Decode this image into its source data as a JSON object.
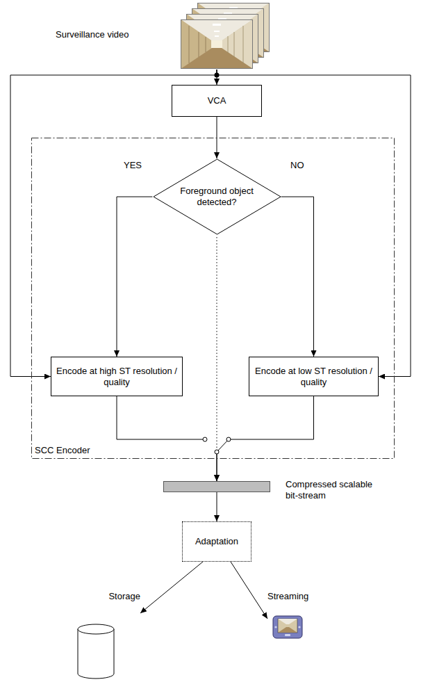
{
  "diagram": {
    "nodes": [
      {
        "text": [
          "Surveillance video"
        ]
      },
      {
        "text": [
          "VCA"
        ]
      },
      {
        "text": [
          "SCC Encoder"
        ]
      },
      {
        "text": [
          "Foreground object detected?"
        ],
        "in": 2
      },
      {
        "text": [
          "Encode at high ST resolution / quality"
        ],
        "in": 2
      },
      {
        "text": [
          "Encode at low ST resolution / quality"
        ],
        "in": 2
      },
      {
        "text": [
          "Compressed scalable bit-stream"
        ]
      },
      {
        "text": [
          "Adaptation"
        ]
      },
      {
        "text": [
          "Storage"
        ]
      },
      {
        "text": [
          "Streaming"
        ]
      }
    ],
    "edges": [
      {
        "from": 0,
        "to": 1,
        "arrow": "to"
      },
      {
        "from": 0,
        "to": 4,
        "arrow": "to"
      },
      {
        "from": 0,
        "to": 5,
        "arrow": "to"
      },
      {
        "from": 1,
        "to": 3,
        "arrow": "to"
      },
      {
        "from": 3,
        "to": 4,
        "label": "YES",
        "arrow": "to"
      },
      {
        "from": 3,
        "to": 5,
        "label": "NO",
        "arrow": "to"
      },
      {
        "from": 4,
        "to": 6,
        "arrow": "to"
      },
      {
        "from": 5,
        "to": 6,
        "arrow": "to"
      },
      {
        "from": 6,
        "to": 7,
        "arrow": "to"
      },
      {
        "from": 7,
        "to": 8,
        "arrow": "to"
      },
      {
        "from": 7,
        "to": 9,
        "arrow": "to"
      }
    ]
  }
}
